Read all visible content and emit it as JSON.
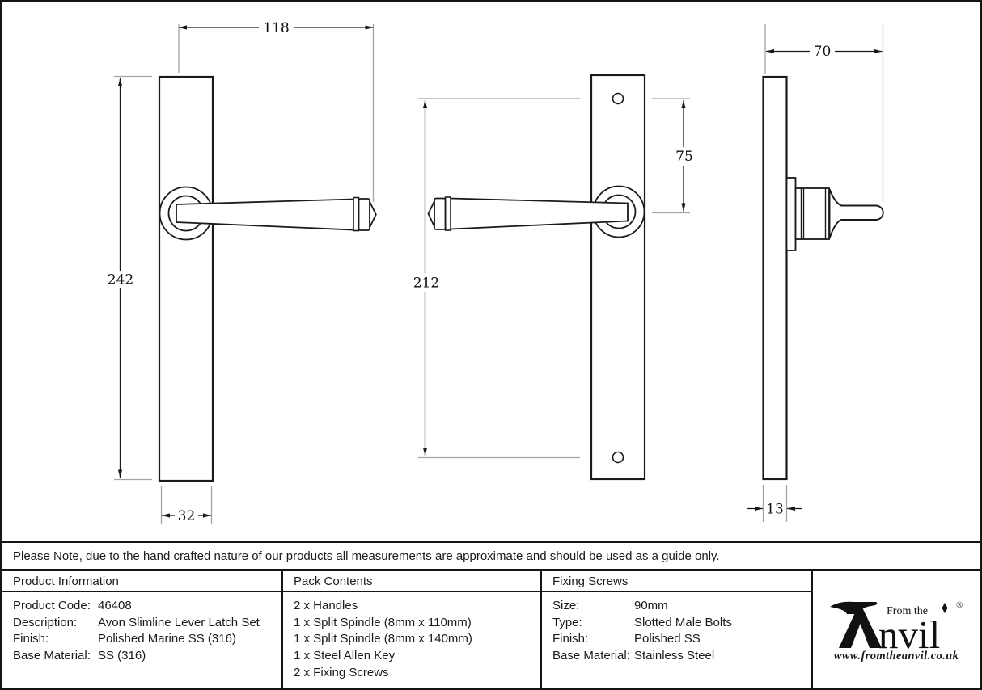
{
  "note": "Please Note, due to the hand crafted nature of our products all measurements are approximate and should be used as a guide only.",
  "drawings": {
    "front_left": {
      "lever_length": "118",
      "plate_height": "242",
      "plate_width": "32"
    },
    "front_back": {
      "screw_centres": "212",
      "screw_to_handle": "75"
    },
    "side": {
      "projection": "70",
      "plate_thickness": "13"
    }
  },
  "table": {
    "product_information": {
      "header": "Product Information",
      "rows": [
        {
          "label": "Product Code:",
          "value": "46408"
        },
        {
          "label": "Description:",
          "value": "Avon Slimline Lever Latch Set"
        },
        {
          "label": "Finish:",
          "value": "Polished Marine SS (316)"
        },
        {
          "label": "Base Material:",
          "value": "SS (316)"
        }
      ]
    },
    "pack_contents": {
      "header": "Pack Contents",
      "items": [
        "2 x Handles",
        "1 x Split Spindle (8mm x 110mm)",
        "1 x Split Spindle (8mm x 140mm)",
        "1 x Steel Allen Key",
        "2 x Fixing Screws"
      ]
    },
    "fixing_screws": {
      "header": "Fixing Screws",
      "rows": [
        {
          "label": "Size:",
          "value": "90mm"
        },
        {
          "label": "Type:",
          "value": "Slotted Male Bolts"
        },
        {
          "label": "Finish:",
          "value": "Polished SS"
        },
        {
          "label": "Base Material:",
          "value": "Stainless Steel"
        }
      ]
    },
    "logo": {
      "tagline": "From the",
      "brand": "Anvil",
      "brand_rest": "nvil",
      "registered": "®",
      "url": "www.fromtheanvil.co.uk"
    }
  },
  "colors": {
    "line": "#1a1a1a",
    "extension": "#a3a3a3"
  }
}
